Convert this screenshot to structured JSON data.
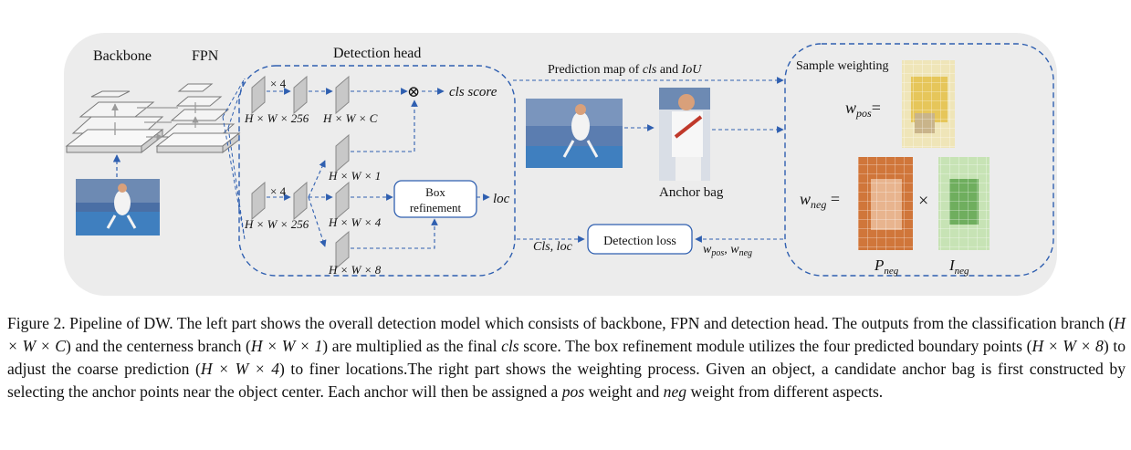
{
  "diagram": {
    "labels": {
      "backbone": "Backbone",
      "fpn": "FPN",
      "detection_head": "Detection head",
      "x4_top": "× 4",
      "x4_bottom": "× 4",
      "hw256_top": "H × W × 256",
      "hwc": "H × W × C",
      "hw1": "H × W × 1",
      "hw256_bottom": "H × W × 256",
      "hw4": "H × W × 4",
      "hw8": "H × W × 8",
      "otimes": "⊗",
      "cls_score": "cls score",
      "box_refinement_1": "Box",
      "box_refinement_2": "refinement",
      "loc": "loc",
      "prediction_map_text": "Prediction map of ",
      "prediction_map_cls": "cls",
      "prediction_map_and": " and ",
      "prediction_map_iou": "IoU",
      "anchor_bag": "Anchor bag",
      "cls_loc": "Cls, loc",
      "detection_loss": "Detection loss",
      "w_pos_w_neg": "w",
      "sample_weighting": "Sample weighting",
      "w_pos_eq": "= ",
      "w_neg_eq": "=",
      "times": "×",
      "p_neg": "P",
      "i_neg": "I",
      "sub_pos": "pos",
      "sub_neg": "neg"
    },
    "colors": {
      "panel_bg": "#ececec",
      "dashed_blue": "#2f5fb0",
      "pos_map": "#e6c65a",
      "p_neg_map": "#d0763a",
      "i_neg_map": "#9ecf82"
    }
  },
  "caption": {
    "p1": "Figure 2.  Pipeline of DW. The left part shows the overall detection model which consists of backbone, FPN and detection head.  The outputs from the classification branch (",
    "m1": "H × W × C",
    "p2": ") and the centerness branch (",
    "m2": "H × W × 1",
    "p3": ") are multiplied as the final ",
    "m3": "cls",
    "p4": " score. The box refinement module utilizes the four predicted boundary points (",
    "m4": "H × W × 8",
    "p5": ") to adjust the coarse prediction (",
    "m5": "H × W × 4",
    "p6": ") to finer locations.The right part shows the weighting process. Given an object, a candidate anchor bag is first constructed by selecting the anchor points near the object center. Each anchor will then be assigned a ",
    "m6": "pos",
    "p7": " weight and ",
    "m7": "neg",
    "p8": " weight from different aspects."
  }
}
